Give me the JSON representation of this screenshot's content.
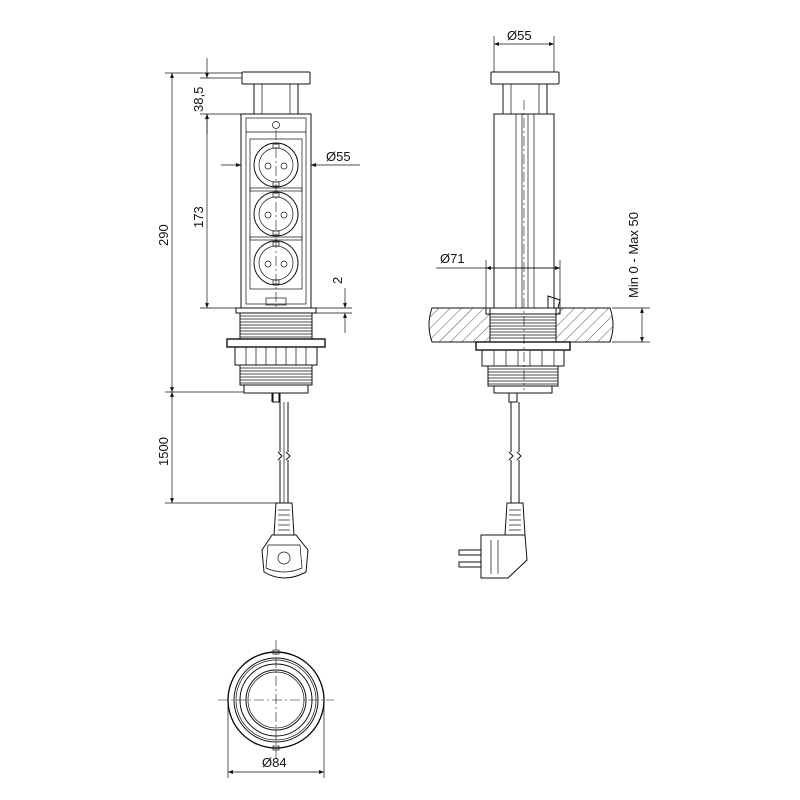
{
  "drawing": {
    "front_view": {
      "dim_cap_height": "38,5",
      "dim_body_height": "173",
      "dim_total_height": "290",
      "dim_body_diameter": "Ø55",
      "dim_flange_gap": "2",
      "dim_cable_length": "1500"
    },
    "side_view": {
      "dim_top_diameter": "Ø55",
      "dim_cutout_diameter": "Ø71",
      "dim_table_thickness": "Min 0 - Max 50"
    },
    "bottom_view": {
      "dim_flange_diameter": "Ø84"
    }
  }
}
